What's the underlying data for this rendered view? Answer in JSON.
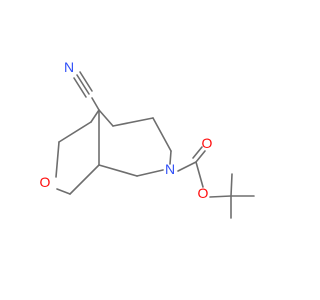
{
  "molecule": {
    "atoms": {
      "cyano_n": "N",
      "ring_oxygen": "O",
      "ring_nitrogen": "N",
      "carbonyl_oxygen": "O",
      "ester_oxygen": "O"
    },
    "colors": {
      "bond": "#6e6e6e",
      "carbon_nitrogen_label": "#3050f8",
      "oxygen_label": "#ff0d0d"
    }
  }
}
